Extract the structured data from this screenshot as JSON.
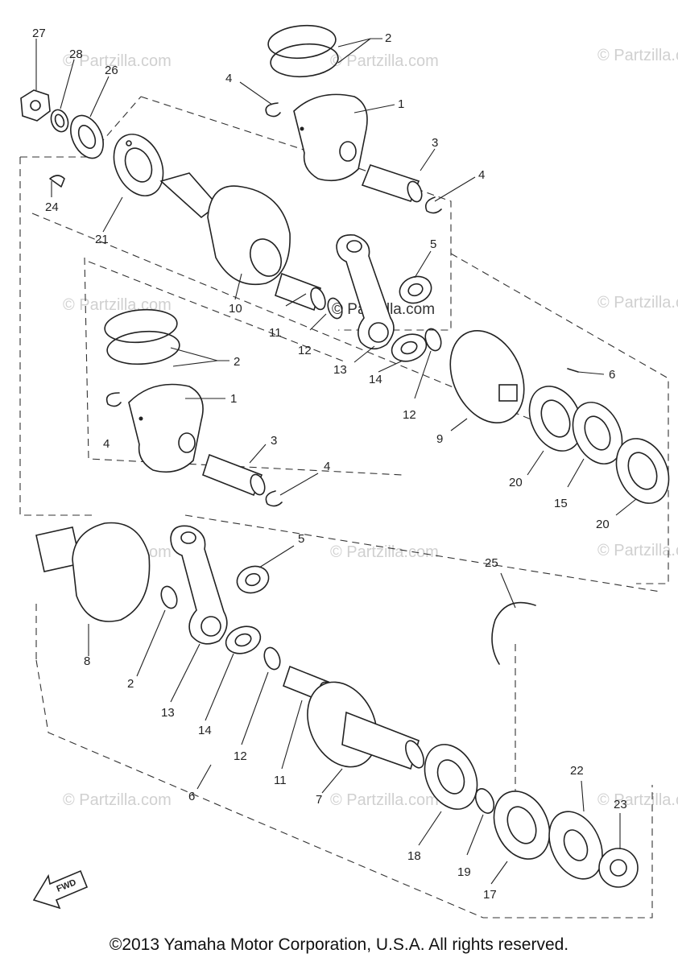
{
  "watermark": "© Partzilla.com",
  "callouts": {
    "c27": "27",
    "c28": "28",
    "c26": "26",
    "c24": "24",
    "c21": "21",
    "c10": "10",
    "c2a": "2",
    "c4a": "4",
    "c1a": "1",
    "c3a": "3",
    "c4b": "4",
    "c5a": "5",
    "c11a": "11",
    "c12a": "12",
    "c13a": "13",
    "c14a": "14",
    "c12b": "12",
    "c9": "9",
    "c6a": "6",
    "c20a": "20",
    "c15": "15",
    "c20b": "20",
    "c2b": "2",
    "c1b": "1",
    "c4c": "4",
    "c3b": "3",
    "c4d": "4",
    "c5b": "5",
    "c8": "8",
    "c2c": "2",
    "c13b": "13",
    "c14b": "14",
    "c12c": "12",
    "c11b": "11",
    "c7": "7",
    "c6b": "6",
    "c25": "25",
    "c18": "18",
    "c19": "19",
    "c17": "17",
    "c22": "22",
    "c23": "23"
  },
  "fwd_label": "FWD",
  "copyright": "©2013 Yamaha Motor Corporation, U.S.A. All rights reserved."
}
